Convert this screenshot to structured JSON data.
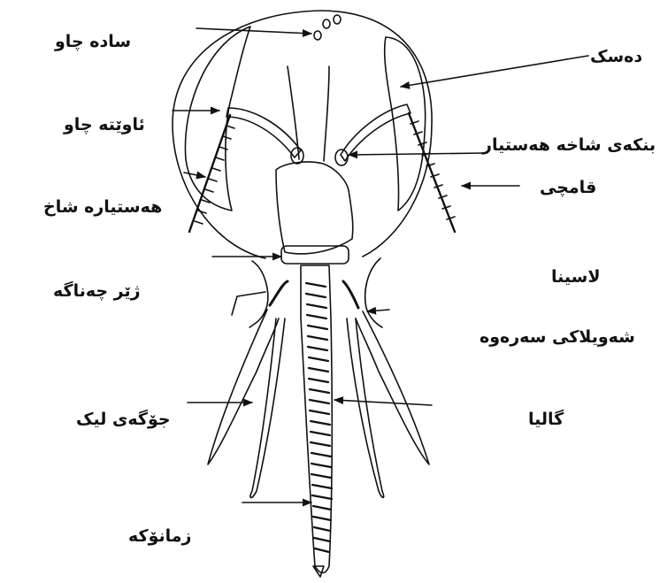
{
  "labels": {
    "simple_eye": "ساده چاو",
    "compound_eye": "ئاوێته چاو",
    "antenna": "هەستیارە شاخ",
    "submentum": "ژێر چەناگە",
    "labial_palp": "جۆگەی لیک",
    "glossa": "زمانۆکە",
    "clypeus": "دەسک",
    "antenna_base": "بنکەی شاخە هەستیار",
    "flagellum": "قامچی",
    "labrum": "لاسینا",
    "maxillary_palp": "شەویلاکی سەرەوە",
    "galea": "گالیا"
  },
  "colors": {
    "ink": "#111111",
    "background": "#ffffff"
  }
}
